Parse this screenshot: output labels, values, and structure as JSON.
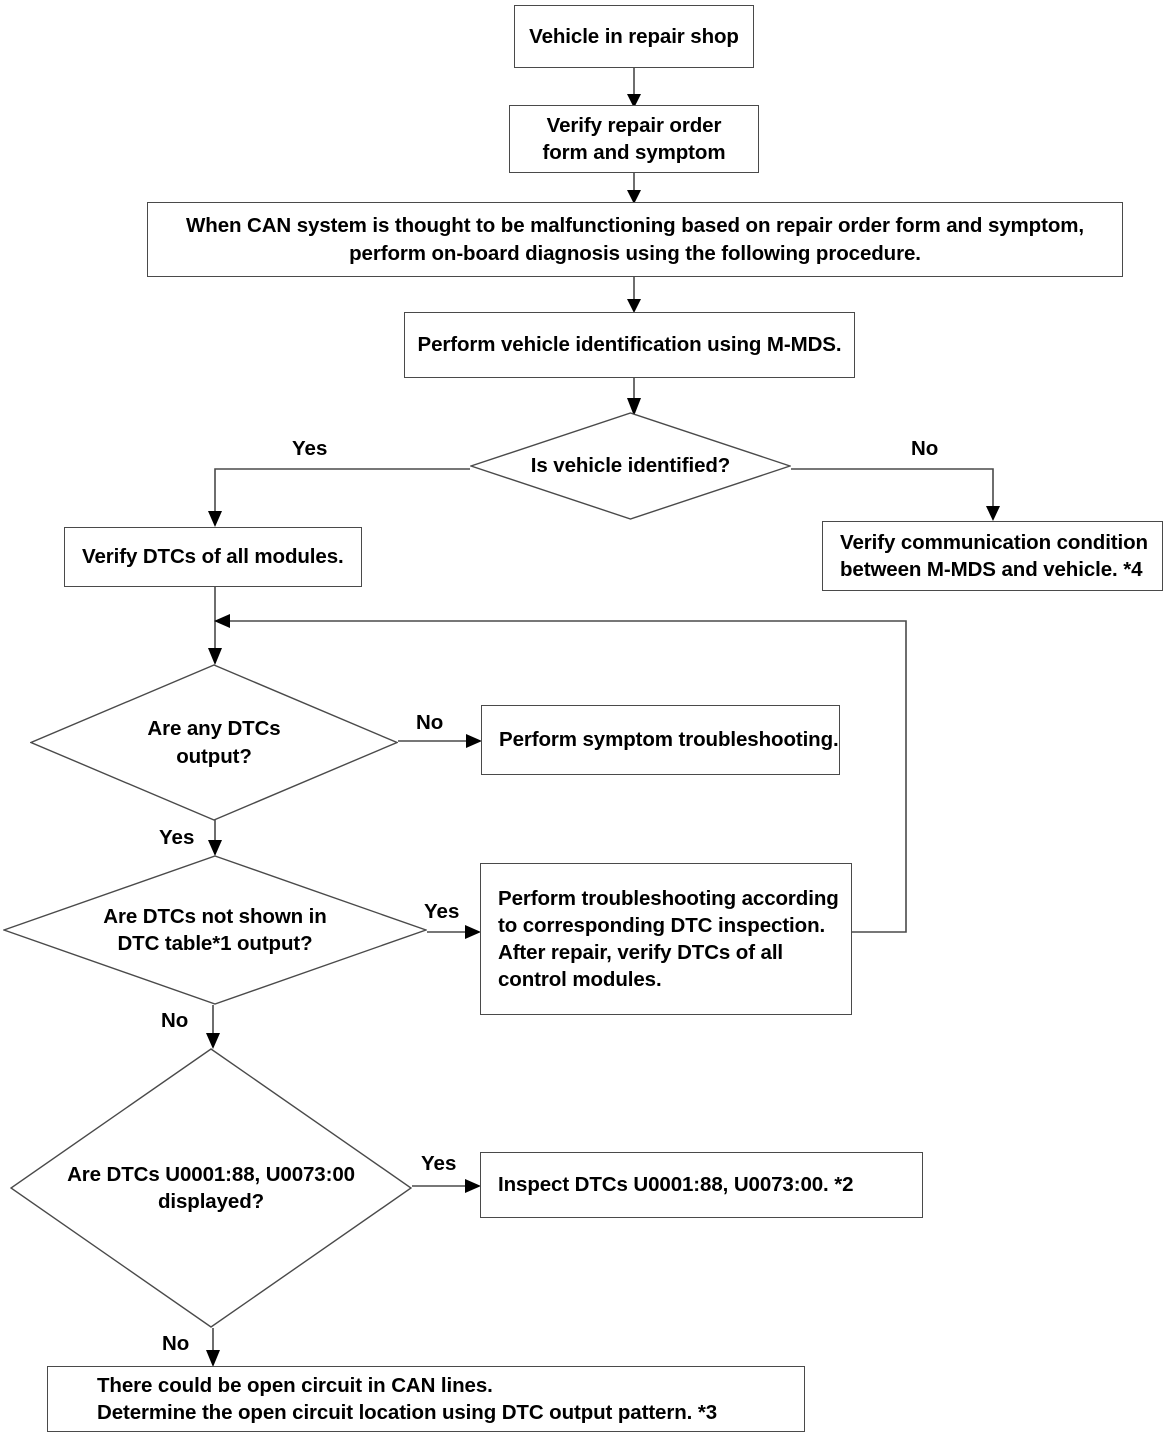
{
  "diagram": {
    "title": "CAN system on-board diagnosis flowchart",
    "type": "flowchart",
    "line_color": "#4a4a4a",
    "arrow_color": "#000000",
    "text_color": "#000000",
    "background": "#ffffff",
    "nodes": [
      {
        "id": "start",
        "shape": "process",
        "label": "Vehicle in repair shop"
      },
      {
        "id": "verify-order",
        "shape": "process",
        "label": "Verify repair order\nform and symptom"
      },
      {
        "id": "can-note",
        "shape": "process",
        "label": "When CAN system is thought to be malfunctioning based on repair order form and symptom,\nperform on-board diagnosis using the following procedure."
      },
      {
        "id": "vehicle-id",
        "shape": "process",
        "label": "Perform vehicle identification using M-MDS."
      },
      {
        "id": "is-vehicle-identified",
        "shape": "decision",
        "label": "Is vehicle identified?"
      },
      {
        "id": "verify-dtcs-all",
        "shape": "process",
        "label": "Verify DTCs of all modules."
      },
      {
        "id": "verify-communication",
        "shape": "process",
        "label": "Verify communication condition\nbetween M-MDS and vehicle. *4"
      },
      {
        "id": "any-dtcs-output",
        "shape": "decision",
        "label": "Are any DTCs\noutput?"
      },
      {
        "id": "symptom-troubleshooting",
        "shape": "process",
        "label": "Perform symptom troubleshooting."
      },
      {
        "id": "dtcs-not-shown",
        "shape": "decision",
        "label": "Are DTCs not shown in\nDTC table*1 output?"
      },
      {
        "id": "perform-troubleshooting",
        "shape": "process",
        "label": "Perform troubleshooting according\nto corresponding DTC inspection.\nAfter repair, verify DTCs of all\ncontrol modules."
      },
      {
        "id": "dtcs-u0001-displayed",
        "shape": "decision",
        "label": "Are DTCs U0001:88, U0073:00\ndisplayed?"
      },
      {
        "id": "inspect-dtcs",
        "shape": "process",
        "label": "Inspect DTCs U0001:88, U0073:00.  *2"
      },
      {
        "id": "open-circuit",
        "shape": "process",
        "label": "There could be open circuit in CAN lines.\nDetermine the open circuit location using DTC output pattern.   *3"
      }
    ],
    "edge_labels": {
      "identified_yes": "Yes",
      "identified_no": "No",
      "any_dtcs_no": "No",
      "any_dtcs_yes": "Yes",
      "not_shown_yes": "Yes",
      "not_shown_no": "No",
      "u0001_yes": "Yes",
      "u0001_no": "No"
    }
  }
}
